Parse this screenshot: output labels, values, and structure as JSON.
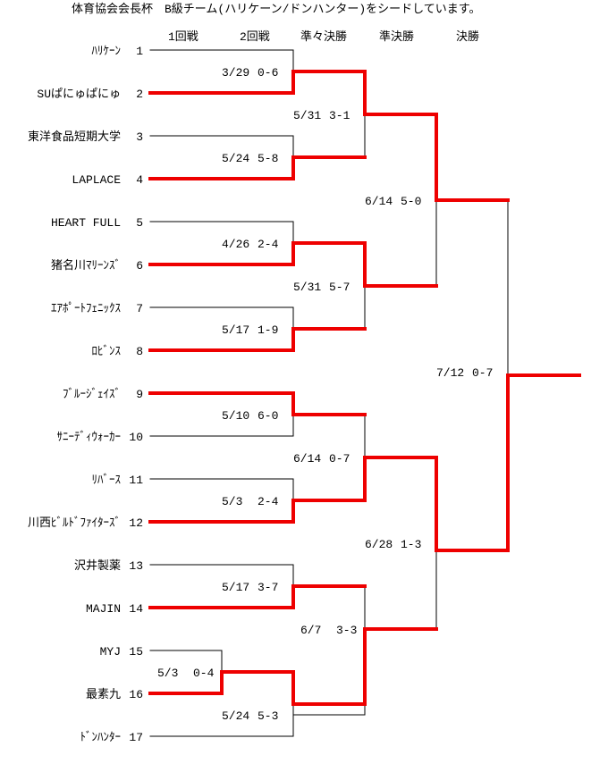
{
  "title": "体育協会会長杯　B級チーム(ハリケーン/ドンハンター)をシードしています。",
  "rounds": [
    "1回戦",
    "2回戦",
    "準々決勝",
    "準決勝",
    "決勝"
  ],
  "teams": [
    {
      "name": "ﾊﾘｹｰﾝ",
      "seed": "1"
    },
    {
      "name": "SUぱにゅぱにゅ",
      "seed": "2"
    },
    {
      "name": "東洋食品短期大学",
      "seed": "3"
    },
    {
      "name": "LAPLACE",
      "seed": "4"
    },
    {
      "name": "HEART FULL",
      "seed": "5"
    },
    {
      "name": "猪名川ﾏﾘｰﾝｽﾞ",
      "seed": "6"
    },
    {
      "name": "ｴｱﾎﾟｰﾄﾌｪﾆｯｸｽ",
      "seed": "7"
    },
    {
      "name": "ﾛﾋﾞﾝｽ",
      "seed": "8"
    },
    {
      "name": "ﾌﾞﾙｰｼﾞｪｲｽﾞ",
      "seed": "9"
    },
    {
      "name": "ｻﾆｰﾃﾞｨｳｫｰｶｰ",
      "seed": "10"
    },
    {
      "name": "ﾘﾊﾞｰｽ",
      "seed": "11"
    },
    {
      "name": "川西ﾋﾞﾙﾄﾞﾌｧｲﾀｰｽﾞ",
      "seed": "12"
    },
    {
      "name": "沢井製薬",
      "seed": "13"
    },
    {
      "name": "MAJIN",
      "seed": "14"
    },
    {
      "name": "MYJ",
      "seed": "15"
    },
    {
      "name": "最素九",
      "seed": "16"
    },
    {
      "name": "ﾄﾞﾝﾊﾝﾀｰ",
      "seed": "17"
    }
  ],
  "matches": [
    {
      "date": "5/3",
      "score": "0-4"
    },
    {
      "date": "3/29",
      "score": "0-6"
    },
    {
      "date": "5/24",
      "score": "5-8"
    },
    {
      "date": "4/26",
      "score": "2-4"
    },
    {
      "date": "5/17",
      "score": "1-9"
    },
    {
      "date": "5/10",
      "score": "6-0"
    },
    {
      "date": "5/3",
      "score": "2-4"
    },
    {
      "date": "5/17",
      "score": "3-7"
    },
    {
      "date": "5/24",
      "score": "5-3"
    },
    {
      "date": "5/31",
      "score": "3-1"
    },
    {
      "date": "5/31",
      "score": "5-7"
    },
    {
      "date": "6/14",
      "score": "0-7"
    },
    {
      "date": "6/7",
      "score": "3-3"
    },
    {
      "date": "6/14",
      "score": "5-0"
    },
    {
      "date": "6/28",
      "score": "1-3"
    },
    {
      "date": "7/12",
      "score": "0-7"
    }
  ],
  "colors": {
    "line": "#000000",
    "winner": "#ee0000"
  }
}
